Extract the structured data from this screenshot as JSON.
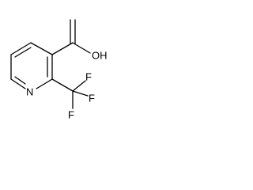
{
  "molecule": {
    "atoms": {
      "hydroxyl": "OH",
      "ring_nitrogen": "N",
      "fluorine_1": "F",
      "fluorine_2": "F",
      "fluorine_3": "F"
    }
  },
  "colors": {
    "bond": "#000000",
    "label": "#000000",
    "background": "#ffffff"
  }
}
